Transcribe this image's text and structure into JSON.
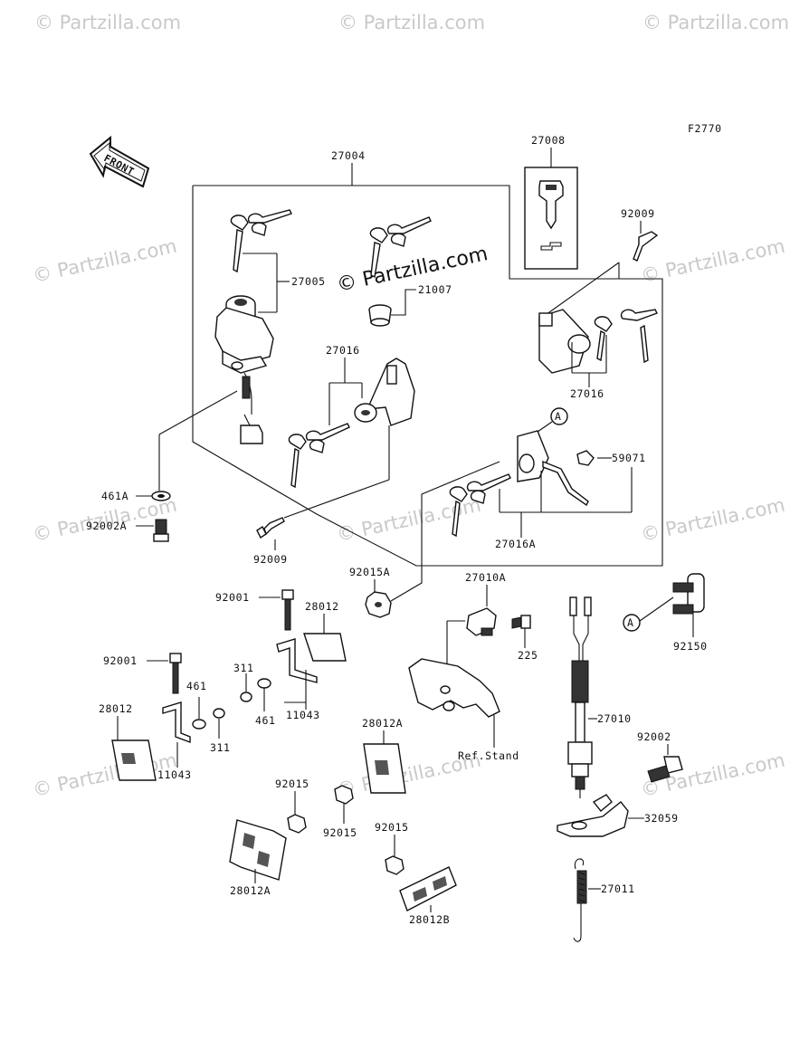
{
  "diagram": {
    "figure_code": "F2770",
    "front_label": "FRONT",
    "copyright": "© Partzilla.com",
    "watermark": "© Partzilla.com",
    "ref_label_a": "A",
    "part_labels": {
      "p27004": "27004",
      "p27008": "27008",
      "p27005": "27005",
      "p21007": "21007",
      "p92009_top": "92009",
      "p27016_mid": "27016",
      "p27016_right": "27016",
      "p59071": "59071",
      "p27016A": "27016A",
      "p461A": "461A",
      "p92002A": "92002A",
      "p92009_bot": "92009",
      "p92015A": "92015A",
      "p27010A": "27010A",
      "p225": "225",
      "p92150": "92150",
      "p92001_a": "92001",
      "p28012_a": "28012",
      "p311_a": "311",
      "p461_a": "461",
      "p11043_a": "11043",
      "p92001_b": "92001",
      "p461_b": "461",
      "p28012_b": "28012",
      "p311_b": "311",
      "p11043_b": "11043",
      "p28012A_a": "28012A",
      "ref_stand": "Ref.Stand",
      "p27010": "27010",
      "p92002": "92002",
      "p92015_a": "92015",
      "p92015_b": "92015",
      "p92015_c": "92015",
      "p32059": "32059",
      "p28012A_b": "28012A",
      "p27011": "27011",
      "p28012B": "28012B"
    }
  }
}
